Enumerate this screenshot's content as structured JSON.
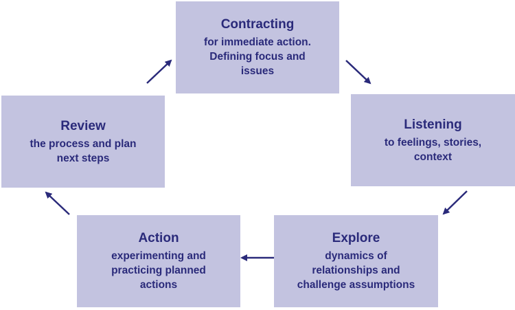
{
  "stages": [
    {
      "title": "Contracting",
      "body": "for immediate action.\nDefining focus and\nissues"
    },
    {
      "title": "Listening",
      "body": "to feelings, stories,\ncontext"
    },
    {
      "title": "Explore",
      "body": "dynamics of\nrelationships and\nchallenge assumptions"
    },
    {
      "title": "Action",
      "body": "experimenting and\npracticing planned\nactions"
    },
    {
      "title": "Review",
      "body": "the process and plan\nnext steps"
    }
  ],
  "colors": {
    "box_fill": "#c3c3e0",
    "text": "#2a2a7a",
    "arrow": "#2a2a7a"
  }
}
